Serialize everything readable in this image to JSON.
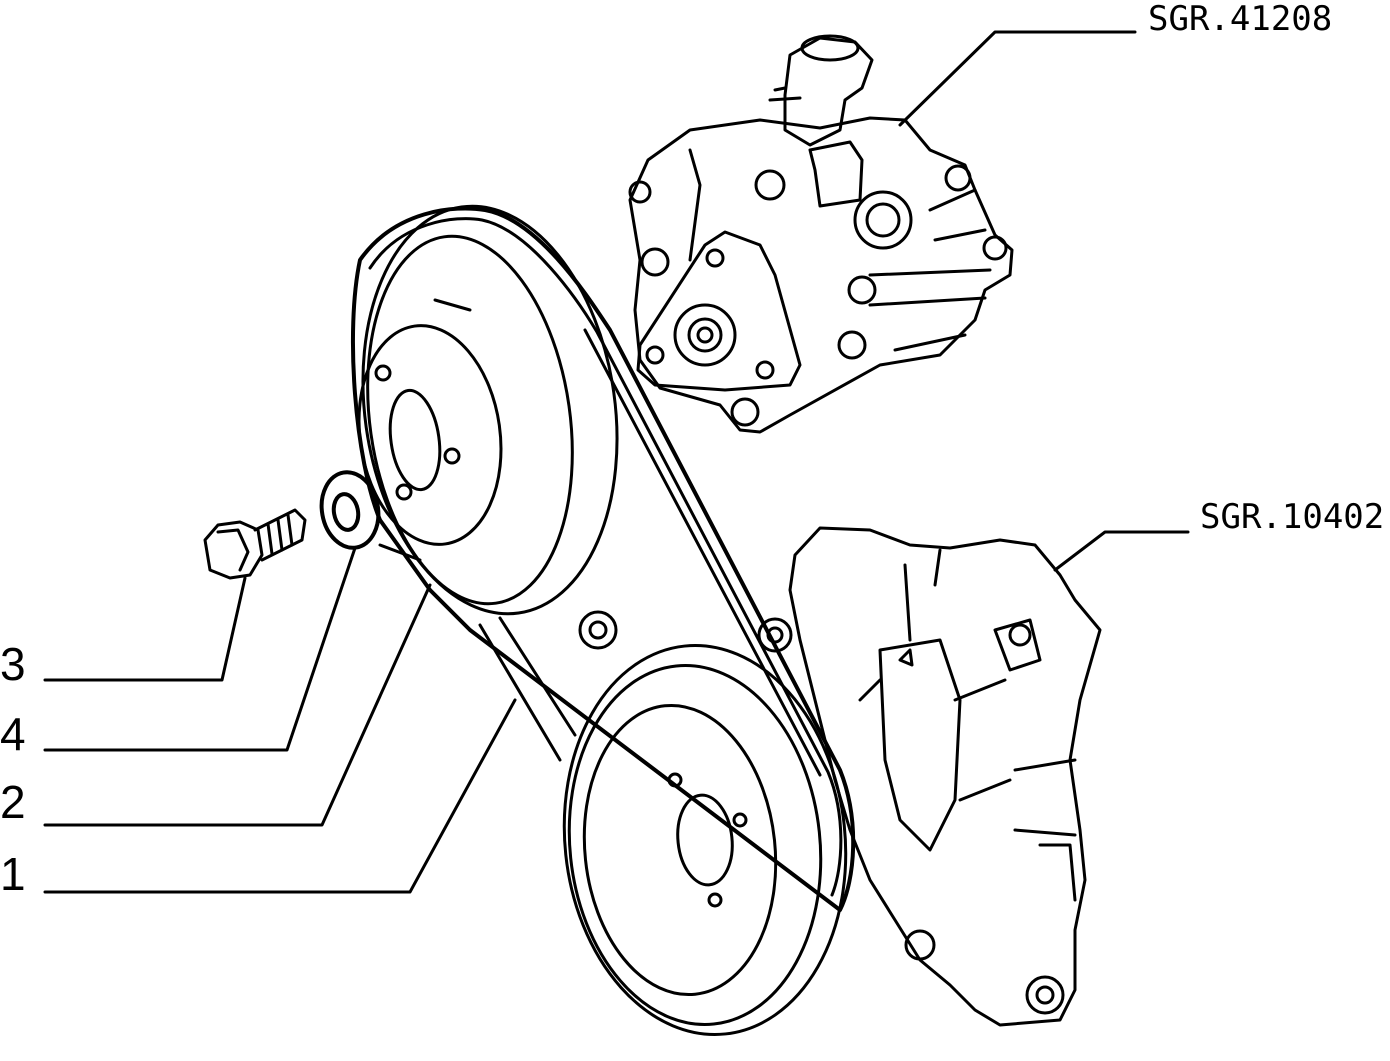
{
  "references": {
    "pump_code": "SGR.41208",
    "bracket_code": "SGR.10402"
  },
  "callouts": [
    "3",
    "4",
    "2",
    "1"
  ],
  "colors": {
    "ink": "#000000",
    "paper": "#ffffff"
  }
}
